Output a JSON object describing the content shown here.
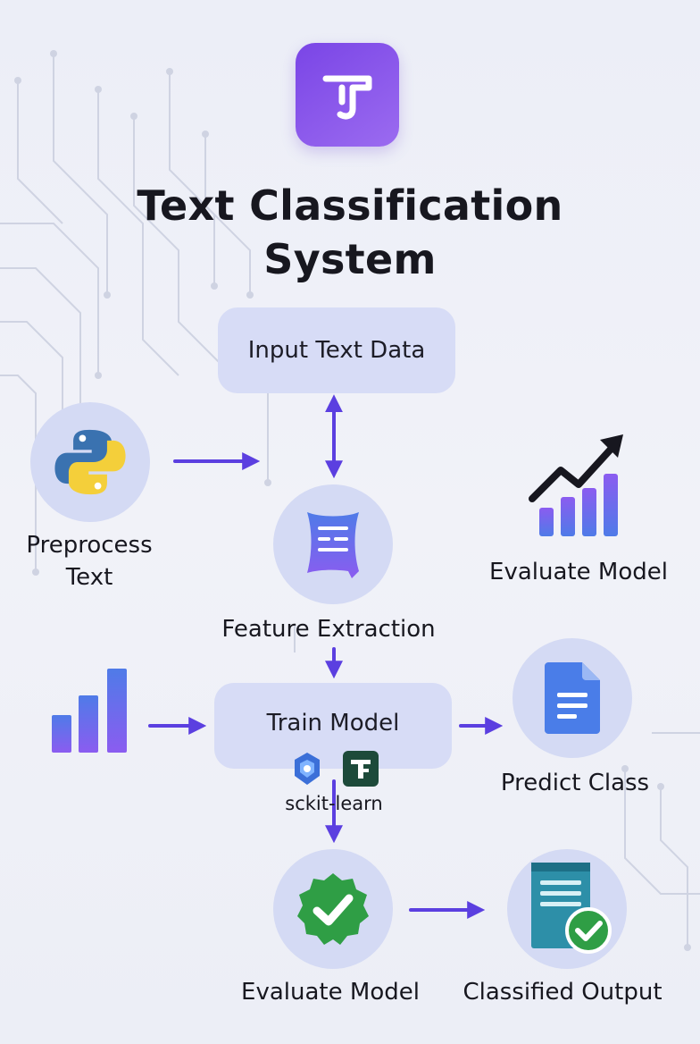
{
  "title": "Text Classification System",
  "nodes": {
    "input": "Input Text Data",
    "preprocess": "Preprocess Text",
    "feature": "Feature Extraction",
    "evaluate_top": "Evaluate Model",
    "train": "Train Model",
    "library": "sckit-learn",
    "predict": "Predict Class",
    "evaluate_bottom": "Evaluate Model",
    "output": "Classified Output"
  },
  "colors": {
    "accent": "#5b3fe0",
    "node_fill": "#d6dbf5",
    "logo": "#8153ea"
  },
  "icons": {
    "logo": "t-letter-logo-icon",
    "preprocess": "python-logo-icon",
    "feature": "document-list-icon",
    "evaluate_top": "growth-chart-icon",
    "train_left": "bar-chart-icon",
    "predict": "google-doc-icon",
    "evaluate_bottom": "check-badge-icon",
    "output": "checked-document-icon"
  }
}
